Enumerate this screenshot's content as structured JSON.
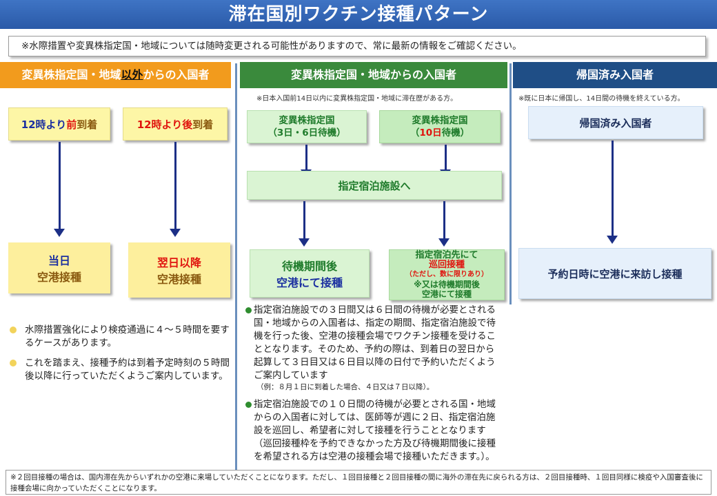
{
  "title": "滞在国別ワクチン接種パターン",
  "notice": "※水際措置や変異株指定国・地域については随時変更される可能性がありますので、常に最新の情報をご確認ください。",
  "columns": {
    "left": {
      "header_pre": "変異株指定国・地域",
      "header_hl": "以外",
      "header_post": "からの入国者",
      "box1": {
        "a": "12時より",
        "b": "前",
        "c": "到着"
      },
      "box2": {
        "a": "12時より",
        "b": "後",
        "c": "到着"
      },
      "res1": {
        "a": "当日",
        "b": "空港接種"
      },
      "res2": {
        "a": "翌日以降",
        "b": "空港接種"
      },
      "bullets": [
        "水際措置強化により検疫通過に４～５時間を要するケースがあります。",
        "これを踏まえ、接種予約は到着予定時刻の５時間後以降に行っていただくようご案内しています。"
      ]
    },
    "mid": {
      "header": "変異株指定国・地域からの入国者",
      "note": "※日本入国前14日以内に変異株指定国・地域に滞在歴がある方。",
      "box1": {
        "a": "変異株指定国",
        "b": "（3日・6日待機）"
      },
      "box2": {
        "a": "変異株指定国",
        "b_pre": "（",
        "b_red": "10日",
        "b_post": "待機）"
      },
      "facility": "指定宿泊施設へ",
      "res1": {
        "a": "待機期間後",
        "b": "空港にて接種"
      },
      "res2": {
        "a": "指定宿泊先にて",
        "b": "巡回接種",
        "c": "（ただし、数に限りあり）",
        "d": "※又は待機期間後",
        "e": "空港にて接種"
      },
      "bullet1": "指定宿泊施設での３日間又は６日間の待機が必要とされる国・地域からの入国者は、指定の期間、指定宿泊施設で待機を行った後、空港の接種会場でワクチン接種を受けることとなります。そのため、予約の際は、到着日の翌日から起算して３日目又は６日目以降の日付で予約いただくようご案内しています",
      "example": "（例：８月１日に到着した場合、４日又は７日以降）。",
      "bullet2": " 指定宿泊施設での１０日間の待機が必要とされる国・地域からの入国者に対しては、医師等が週に２日、指定宿泊施設を巡回し、希望者に対して接種を行うこととなります（巡回接種枠を予約できなかった方及び待機期間後に接種を希望される方は空港の接種会場で接種いただきます。）。"
    },
    "right": {
      "header": "帰国済み入国者",
      "note": "※既に日本に帰国し、14日間の待機を終えている方。",
      "box1": "帰国済み入国者",
      "res1": "予約日時に空港に来訪し接種"
    }
  },
  "footnote": "※２回目接種の場合は、国内滞在先からいずれかの空港に来場していただくことになります。ただし、１回目接種と２回目接種の間に海外の滞在先に戻られる方は、２回目接種時、１回目同様に検疫や入国審査後に接種会場に向かっていただくことになります。"
}
